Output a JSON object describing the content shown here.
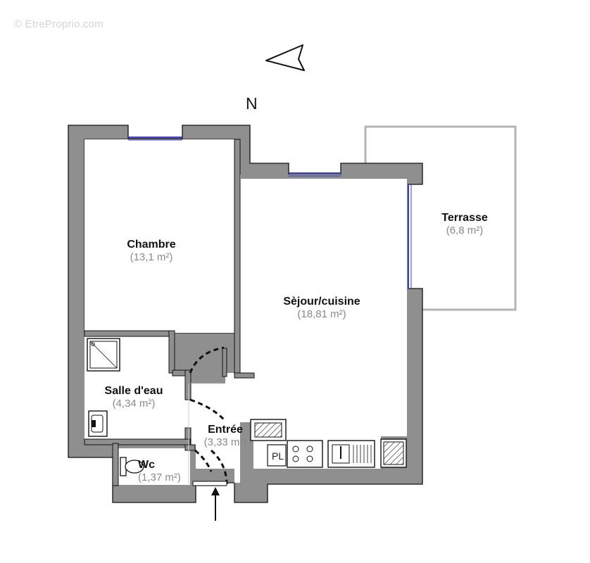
{
  "watermark": "© EtreProprio.com",
  "compass": {
    "label": "N"
  },
  "rooms": {
    "chambre": {
      "name": "Chambre",
      "area": "(13,1 m²)"
    },
    "sejour": {
      "name": "Sèjour/cuisine",
      "area": "(18,81 m²)"
    },
    "terrasse": {
      "name": "Terrasse",
      "area": "(6,8 m²)"
    },
    "salle_eau": {
      "name": "Salle d'eau",
      "area": "(4,34 m²)"
    },
    "entree": {
      "name": "Entrée",
      "area": "(3,33 m²)"
    },
    "wc": {
      "name": "Wc",
      "area": "(1,37 m²)"
    }
  },
  "fixtures": {
    "placard_label": "PL"
  },
  "colors": {
    "wall": "#8f8f8f",
    "wall_outline": "#111111",
    "window": "#3b3bc4",
    "terrace_outline": "#b4b4b4"
  }
}
